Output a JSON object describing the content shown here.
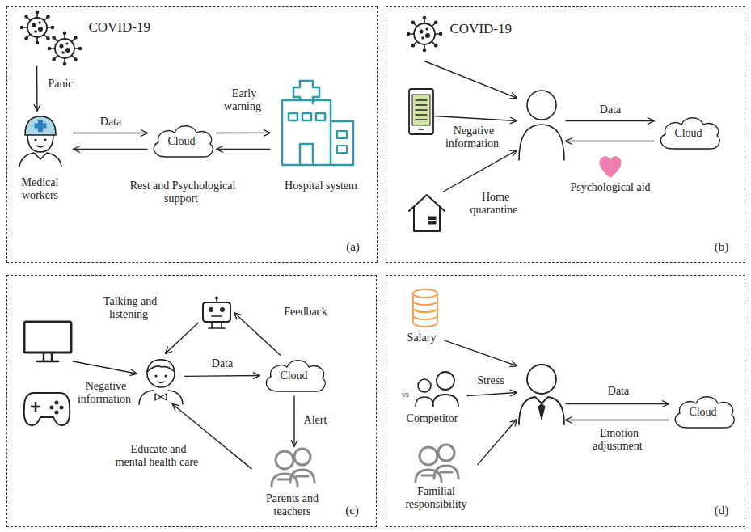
{
  "diagram": {
    "nodes": [
      {
        "text": [
          "(a)"
        ]
      },
      {
        "text": [
          "COVID-19"
        ],
        "in": 0
      },
      {
        "text": [
          "Medical workers"
        ],
        "in": 0
      },
      {
        "text": [
          "Cloud"
        ],
        "in": 0
      },
      {
        "text": [
          "Hospital system"
        ],
        "in": 0
      },
      {
        "text": [
          "(b)"
        ]
      },
      {
        "text": [
          "COVID-19"
        ],
        "in": 5
      },
      {
        "text": [],
        "in": 5
      },
      {
        "text": [],
        "in": 5
      },
      {
        "text": [],
        "in": 5
      },
      {
        "text": [
          "Cloud"
        ],
        "in": 5
      },
      {
        "text": [
          "(c)"
        ]
      },
      {
        "text": [],
        "in": 11
      },
      {
        "text": [],
        "in": 11
      },
      {
        "text": [],
        "in": 11
      },
      {
        "text": [
          "Cloud"
        ],
        "in": 11
      },
      {
        "text": [
          "Parents and teachers"
        ],
        "in": 11
      },
      {
        "text": [
          "(d)"
        ]
      },
      {
        "text": [
          "Salary"
        ],
        "in": 17
      },
      {
        "text": [
          "Competitor"
        ],
        "in": 17
      },
      {
        "text": [
          "Familial responsibility"
        ],
        "in": 17
      },
      {
        "text": [],
        "in": 17
      },
      {
        "text": [
          "Cloud"
        ],
        "in": 17
      }
    ],
    "edges": [
      {
        "from": 1,
        "to": 2,
        "label": "Panic",
        "arrow": "to"
      },
      {
        "from": 2,
        "to": 3,
        "label": "Data",
        "arrow": "to"
      },
      {
        "from": 3,
        "to": 2,
        "label": "Rest and Psychological support",
        "arrow": "to"
      },
      {
        "from": 3,
        "to": 4,
        "label": "Early warning",
        "arrow": "to"
      },
      {
        "from": 4,
        "to": 3,
        "arrow": "to"
      },
      {
        "from": 6,
        "to": 9,
        "arrow": "to"
      },
      {
        "from": 7,
        "to": 9,
        "label": "Negative information",
        "arrow": "to"
      },
      {
        "from": 8,
        "to": 9,
        "label": "Home quarantine",
        "arrow": "to"
      },
      {
        "from": 9,
        "to": 10,
        "label": "Data",
        "arrow": "to"
      },
      {
        "from": 10,
        "to": 9,
        "label": "Psychological aid",
        "arrow": "to"
      },
      {
        "from": 12,
        "to": 14,
        "label": "Negative information",
        "arrow": "to"
      },
      {
        "from": 13,
        "to": 14,
        "label": "Talking and listening",
        "arrow": "to"
      },
      {
        "from": 15,
        "to": 13,
        "label": "Feedback",
        "arrow": "to"
      },
      {
        "from": 14,
        "to": 15,
        "label": "Data",
        "arrow": "to"
      },
      {
        "from": 15,
        "to": 16,
        "label": "Alert",
        "arrow": "to"
      },
      {
        "from": 16,
        "to": 14,
        "label": "Educate and mental health care",
        "arrow": "to"
      },
      {
        "from": 18,
        "to": 21,
        "arrow": "to"
      },
      {
        "from": 19,
        "to": 21,
        "label": "Stress",
        "arrow": "to"
      },
      {
        "from": 20,
        "to": 21,
        "arrow": "to"
      },
      {
        "from": 21,
        "to": 22,
        "label": "Data",
        "arrow": "to"
      },
      {
        "from": 22,
        "to": 21,
        "label": "Emotion adjustment",
        "arrow": "to"
      }
    ],
    "labels": [
      "vs"
    ]
  }
}
